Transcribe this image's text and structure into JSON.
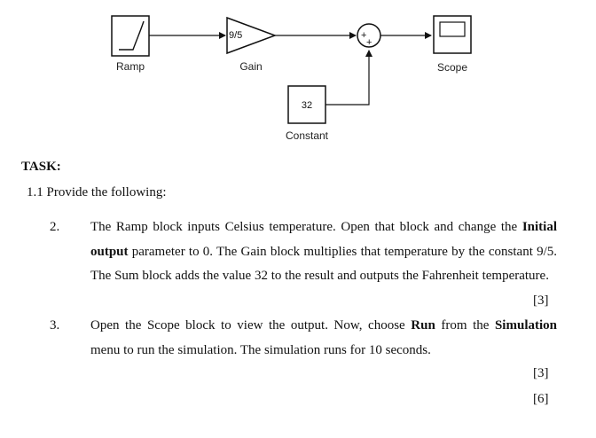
{
  "diagram": {
    "ramp_label": "Ramp",
    "gain_value": "9/5",
    "gain_label": "Gain",
    "sum_signs": [
      "+",
      "+"
    ],
    "scope_label": "Scope",
    "constant_value": "32",
    "constant_label": "Constant"
  },
  "task": {
    "heading": "TASK:",
    "subheading": "1.1  Provide the following:",
    "items": [
      {
        "number": "2.",
        "parts": [
          "The Ramp block inputs Celsius temperature. Open that block and change the ",
          "Initial output",
          " parameter to 0. The Gain block multiplies that temperature by the constant 9/5. The Sum block adds the value 32 to the result and outputs the Fahrenheit temperature."
        ],
        "marks": "[3]"
      },
      {
        "number": "3.",
        "parts": [
          "Open the Scope block to view the output. Now, choose ",
          "Run",
          " from the ",
          "Simulation",
          " menu to run the simulation. The simulation runs for 10 seconds."
        ],
        "marks": "[3]"
      }
    ],
    "total_marks": "[6]"
  }
}
